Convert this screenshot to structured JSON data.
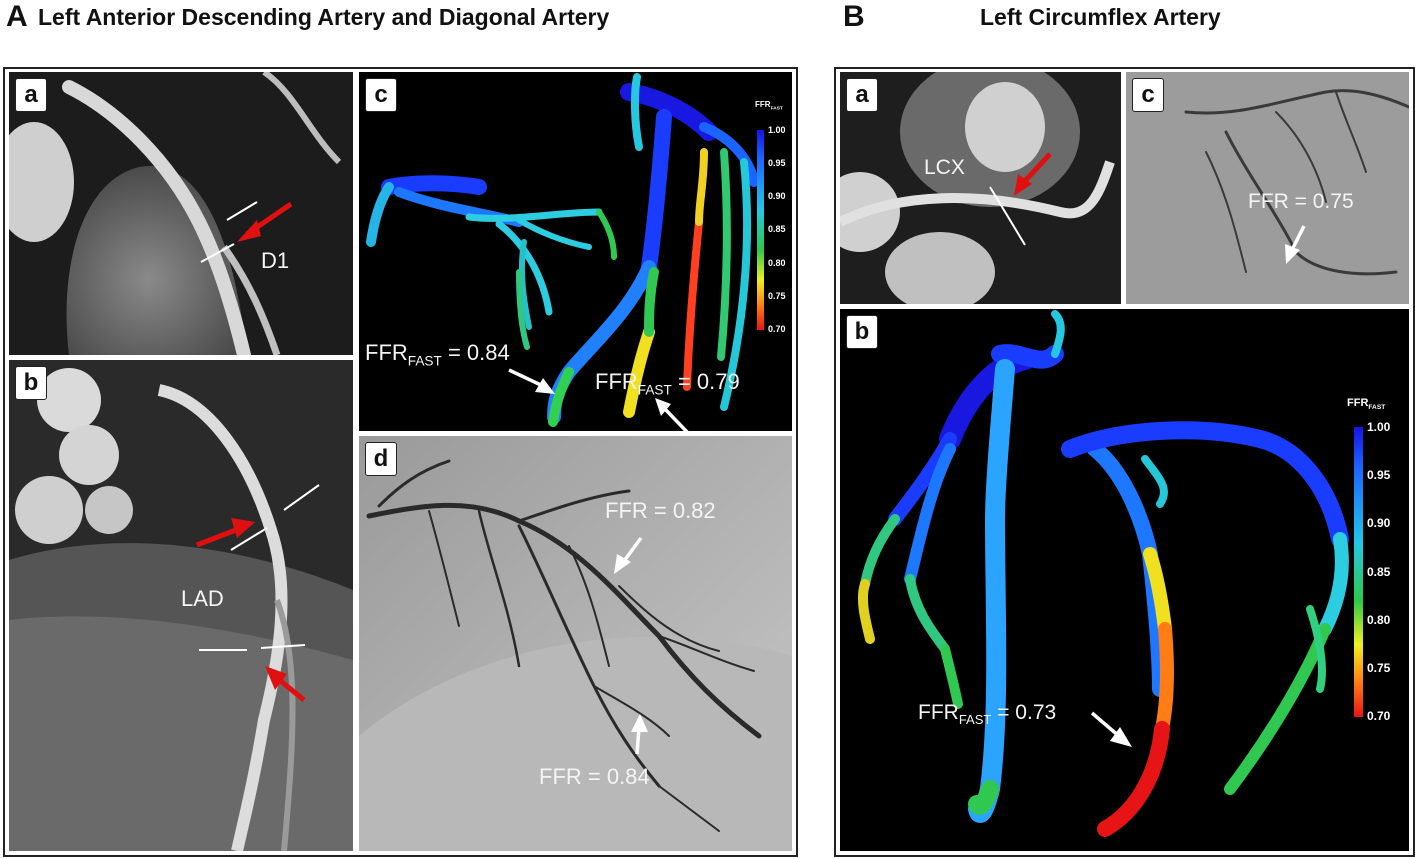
{
  "sectionA": {
    "letter": "A",
    "title": "Left Anterior Descending Artery and Diagonal Artery",
    "panels": {
      "a": {
        "label": "a",
        "vessel_label": "D1"
      },
      "b": {
        "label": "b",
        "vessel_label": "LAD"
      },
      "c": {
        "label": "c",
        "ffr1_prefix": "FFR",
        "ffr1_sub": "FAST",
        "ffr1_value": " = 0.84",
        "ffr2_prefix": "FFR",
        "ffr2_sub": "FAST",
        "ffr2_value": " = 0.79",
        "colorbar": {
          "title": "FFR",
          "title_sub": "FAST",
          "ticks": [
            "1.00",
            "0.95",
            "0.90",
            "0.85",
            "0.80",
            "0.75",
            "0.70"
          ]
        }
      },
      "d": {
        "label": "d",
        "ffr_upper": "FFR = 0.82",
        "ffr_lower": "FFR = 0.84"
      }
    }
  },
  "sectionB": {
    "letter": "B",
    "title": "Left Circumflex Artery",
    "panels": {
      "a": {
        "label": "a",
        "vessel_label": "LCX"
      },
      "c": {
        "label": "c",
        "ffr": "FFR = 0.75"
      },
      "b": {
        "label": "b",
        "ffr_prefix": "FFR",
        "ffr_sub": "FAST",
        "ffr_value": " = 0.73",
        "colorbar": {
          "title": "FFR",
          "title_sub": "FAST",
          "ticks": [
            "1.00",
            "0.95",
            "0.90",
            "0.85",
            "0.80",
            "0.75",
            "0.70"
          ]
        }
      }
    }
  },
  "colors": {
    "arrow_red": "#e01010",
    "arrow_white": "#ffffff",
    "frame": "#222222"
  }
}
